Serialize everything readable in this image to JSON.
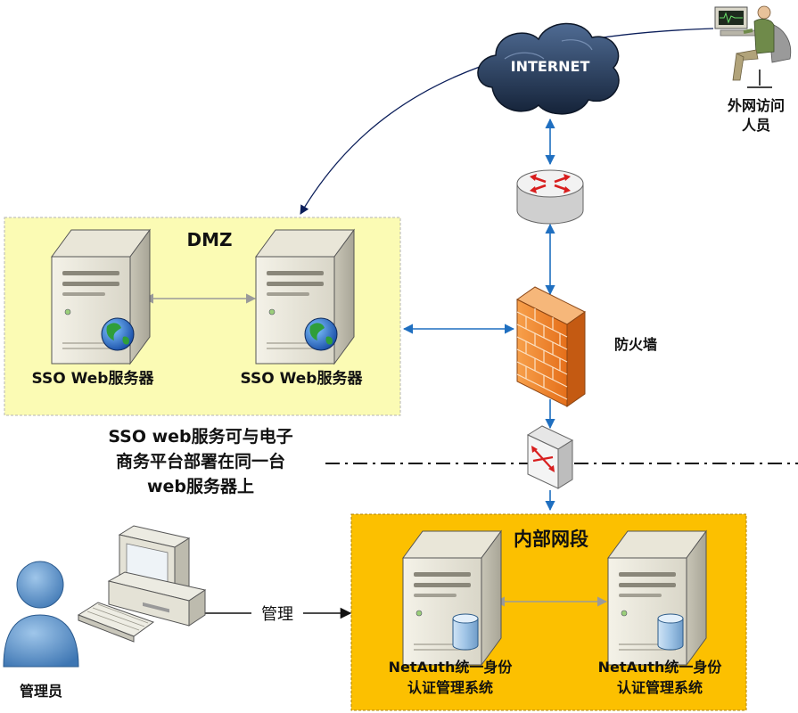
{
  "zones": {
    "dmz": {
      "title": "DMZ",
      "fill": "#fbfbb4",
      "stroke": "#b4b4b4"
    },
    "internal": {
      "title": "内部网段",
      "fill": "#fcc000",
      "stroke": "#b08400"
    }
  },
  "nodes": {
    "internet": {
      "label": "INTERNET"
    },
    "external_user": {
      "line1": "外网访问",
      "line2": "人员"
    },
    "firewall": {
      "label": "防火墙"
    },
    "sso_server_1": {
      "label": "SSO Web服务器"
    },
    "sso_server_2": {
      "label": "SSO Web服务器"
    },
    "netauth_1": {
      "line1": "NetAuth统一身份",
      "line2": "认证管理系统"
    },
    "netauth_2": {
      "line1": "NetAuth统一身份",
      "line2": "认证管理系统"
    },
    "admin": {
      "label": "管理员"
    }
  },
  "notes": {
    "sso_note": {
      "line1": "SSO web服务可与电子",
      "line2": "商务平台部署在同一台",
      "line3": "web服务器上"
    }
  },
  "edges": {
    "manage_label": "管理"
  },
  "colors": {
    "link_blue": "#1f6fc0",
    "link_navy": "#0b1e5a",
    "link_gray": "#9a9a9a"
  }
}
